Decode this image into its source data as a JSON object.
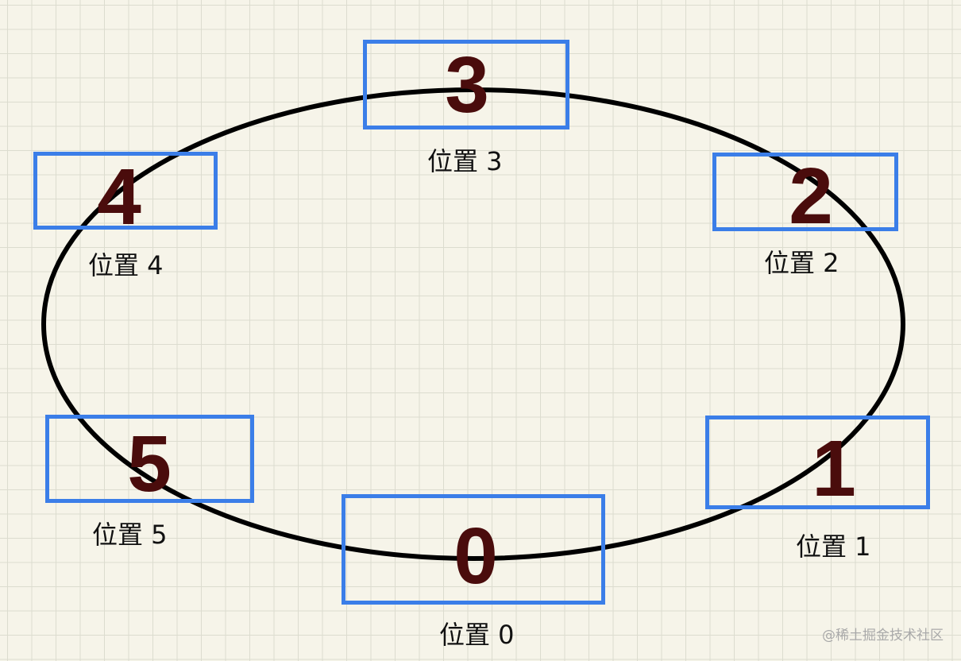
{
  "diagram": {
    "positions": [
      {
        "number": "3",
        "label": "位置 3"
      },
      {
        "number": "2",
        "label": "位置 2"
      },
      {
        "number": "1",
        "label": "位置 1"
      },
      {
        "number": "0",
        "label": "位置 0"
      },
      {
        "number": "5",
        "label": "位置 5"
      },
      {
        "number": "4",
        "label": "位置 4"
      }
    ]
  },
  "watermark": "@稀土掘金技术社区",
  "colors": {
    "background": "#f6f4e9",
    "grid": "#dcdccf",
    "slot_border": "#3b7ee8",
    "number": "#4a0c0c",
    "ellipse": "#000000"
  }
}
